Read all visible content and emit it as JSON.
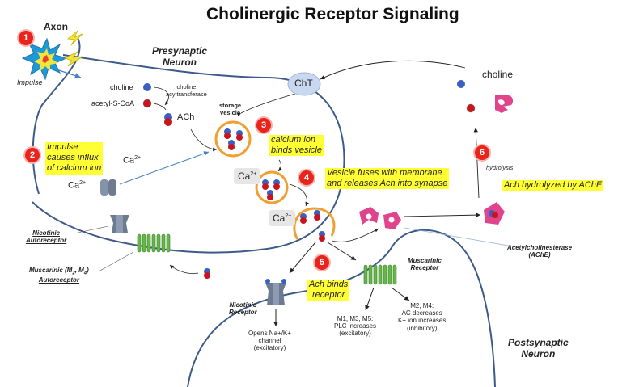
{
  "title": "Cholinergic Receptor Signaling",
  "labels": {
    "axon": "Axon",
    "impulse": "Impulse",
    "presynaptic": "Presynaptic\nNeuron",
    "postsynaptic": "Postsynaptic\nNeuron",
    "choline_left": "choline",
    "acetyl_coa": "acetyl-S-CoA",
    "enzyme": "choline\nacyltransferase",
    "ach": "ACh",
    "storage_vesicle": "storage\nvesicle",
    "cht": "ChT",
    "choline_right": "choline",
    "hydrolysis": "hydrolysis",
    "ca_left": "Ca",
    "ca_mid": "Ca",
    "ca_v1": "Ca",
    "ca_v2": "Ca",
    "ca_sup": "2+",
    "nicotinic_auto": "Nicotinic\nAutoreceptor",
    "muscarinic_auto_a": "Muscarinic (M",
    "muscarinic_auto_sub1": "2",
    "muscarinic_auto_b": ", M",
    "muscarinic_auto_sub2": "4",
    "muscarinic_auto_c": ")",
    "muscarinic_auto_d": "Autoreceptor",
    "nicotinic_receptor": "Nicotinic\nReceptor",
    "muscarinic_receptor": "Muscarinic\nReceptor",
    "opens_channel": "Opens Na+/K+\nchannel\n(excitatory)",
    "m135": "M1, M3, M5:\nPLC increases\n(excitatory)",
    "m24": "M2, M4:\nAC decreases\nK+ ion increases\n(inhibitory)",
    "ache": "Acetylcholinesterase\n(AChE)"
  },
  "steps": {
    "s1": "1",
    "s2": "2",
    "s3": "3",
    "s4": "4",
    "s5": "5",
    "s6": "6"
  },
  "highlights": {
    "h2": "Impulse\ncauses influx\nof calcium ion",
    "h3": "calcium ion\nbinds vesicle",
    "h4": "Vesicle fuses with membrane\nand releases Ach into synapse",
    "h5": "Ach binds\nreceptor",
    "h6": "Ach hydrolyzed by AChE"
  },
  "colors": {
    "membrane": "#3d5a88",
    "arrow_blue": "#4a7fc1",
    "ach_blue": "#3b5fc0",
    "ach_red": "#c8141c",
    "vesicle_orange": "#f0a030",
    "receptor_green": "#67b64a",
    "ache_pink": "#e0448c",
    "highlight": "#ffff33",
    "badge": "#e8241c"
  }
}
